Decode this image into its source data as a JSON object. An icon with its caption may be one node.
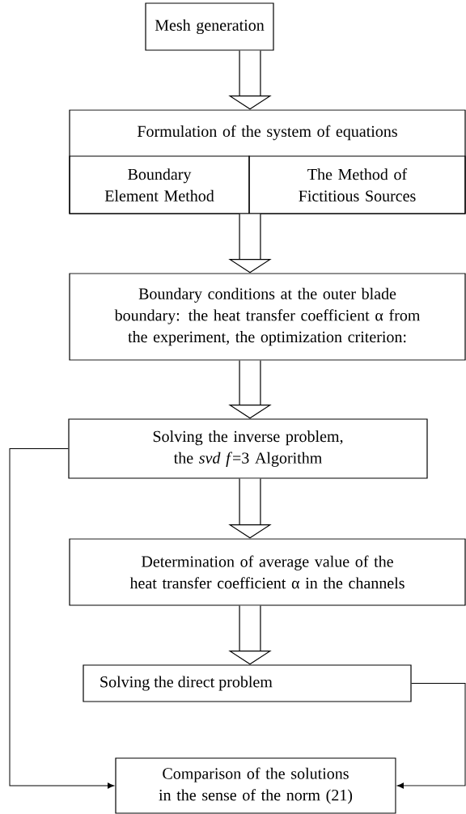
{
  "diagram": {
    "nodes": [
      {
        "text": [
          "Mesh generation"
        ]
      },
      {
        "text": [
          "Formulation of the system of equations"
        ]
      },
      {
        "text": [
          "Boundary Element Method"
        ],
        "in": 1
      },
      {
        "text": [
          "The Method of Fictitious Sources"
        ],
        "in": 1
      },
      {
        "text": [
          "Boundary conditions at the outer blade boundary: the heat transfer coefficient α from the experiment, the optimization criterion:"
        ]
      },
      {
        "text": [
          "Solving the inverse problem, the *svd* *f*=3 Algorithm"
        ]
      },
      {
        "text": [
          "Determination of average value of the heat transfer coefficient α in the channels"
        ]
      },
      {
        "text": [
          "Solving the direct problem"
        ]
      },
      {
        "text": [
          "Comparison of the solutions in the sense of the norm (21)"
        ]
      }
    ],
    "edges": [
      {
        "from": 0,
        "to": 1,
        "arrow": "to"
      },
      {
        "from": 1,
        "to": 4,
        "arrow": "to"
      },
      {
        "from": 4,
        "to": 5,
        "arrow": "to"
      },
      {
        "from": 5,
        "to": 6,
        "arrow": "to"
      },
      {
        "from": 6,
        "to": 7,
        "arrow": "to"
      },
      {
        "from": 5,
        "to": 8,
        "arrow": "to"
      },
      {
        "from": 7,
        "to": 8,
        "arrow": "to"
      }
    ]
  }
}
